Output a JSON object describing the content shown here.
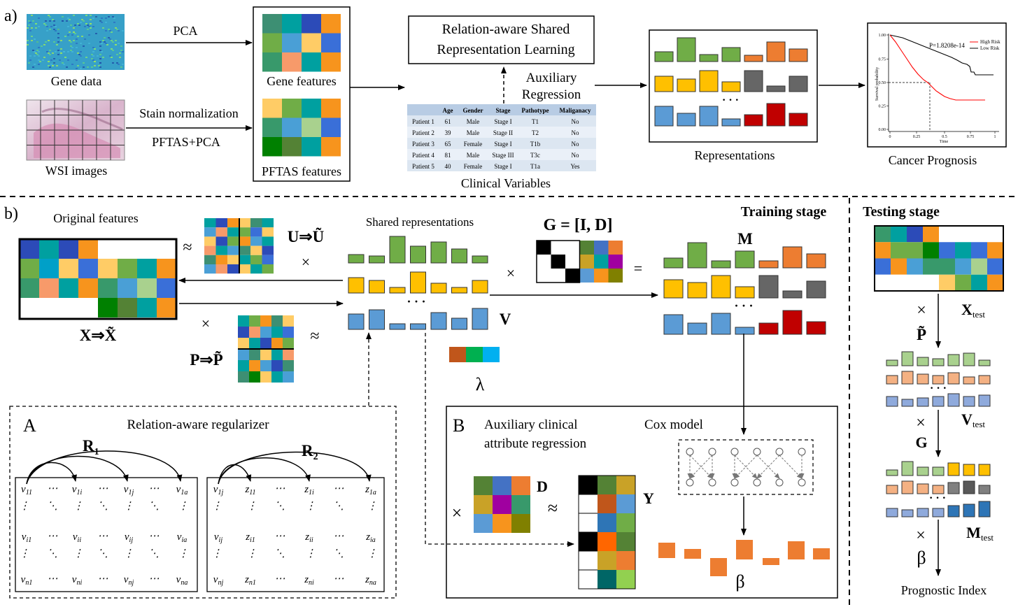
{
  "part_a": {
    "label": "a)",
    "gene_data": "Gene data",
    "wsi_images": "WSI images",
    "pca": "PCA",
    "stain_norm": "Stain normalization",
    "pftas_pca": "PFTAS+PCA",
    "gene_features": "Gene features",
    "pftas_features": "PFTAS features",
    "rasrl_line1": "Relation-aware Shared",
    "rasrl_line2": "Representation Learning",
    "aux_line1": "Auxiliary",
    "aux_line2": "Regression",
    "representations": "Representations",
    "cancer_prognosis": "Cancer Prognosis",
    "clinical_variables": "Clinical Variables",
    "clinical_table": {
      "headers": [
        "",
        "Age",
        "Gender",
        "Stage",
        "Pathotype",
        "Maliganacy"
      ],
      "rows": [
        [
          "Patient 1",
          "61",
          "Male",
          "Stage I",
          "T1",
          "No"
        ],
        [
          "Patient 2",
          "39",
          "Male",
          "Stage II",
          "T2",
          "No"
        ],
        [
          "Patient 3",
          "65",
          "Female",
          "Stage I",
          "T1b",
          "No"
        ],
        [
          "Patient 4",
          "81",
          "Male",
          "Stage III",
          "T3c",
          "No"
        ],
        [
          "Patient 5",
          "40",
          "Female",
          "Stage I",
          "T1a",
          "Yes"
        ]
      ]
    },
    "km_plot": {
      "p_value": "P=1.8208e-14",
      "legend_high": "High Risk",
      "legend_low": "Low Risk",
      "xlabel": "Time",
      "ylabel": "Survival probability",
      "yticks": [
        "1.00",
        "0.75",
        "0.50",
        "0.25",
        "0.00"
      ],
      "xticks": [
        "0",
        "0.25",
        "0.5",
        "0.75",
        "1"
      ],
      "high_color": "#ff0000",
      "low_color": "#000000"
    }
  },
  "part_b": {
    "label": "b)",
    "original_features": "Original features",
    "shared_representations": "Shared representations",
    "training_stage": "Training stage",
    "testing_stage": "Testing stage",
    "approx": "≈",
    "times": "×",
    "equals": "=",
    "dots": "· · ·",
    "U_eq": "U⇒Ũ",
    "P_eq": "P⇒P̃",
    "X_eq": "X⇒X̃",
    "G_eq": "G = [I, D]",
    "V": "V",
    "M": "M",
    "lambda": "λ",
    "P_tilde": "P̃",
    "G": "G",
    "beta": "β",
    "X_test": "X",
    "V_test": "V",
    "M_test": "M",
    "test_sub": "test",
    "prognostic_index": "Prognostic Index"
  },
  "box_A": {
    "letter": "A",
    "title": "Relation-aware regularizer",
    "R1": "R",
    "R2": "R",
    "sub1": "1",
    "sub2": "2"
  },
  "box_B": {
    "letter": "B",
    "aux_line1": "Auxiliary clinical",
    "aux_line2": "attribute regression",
    "cox_model": "Cox model",
    "D": "D",
    "Y": "Y"
  }
}
